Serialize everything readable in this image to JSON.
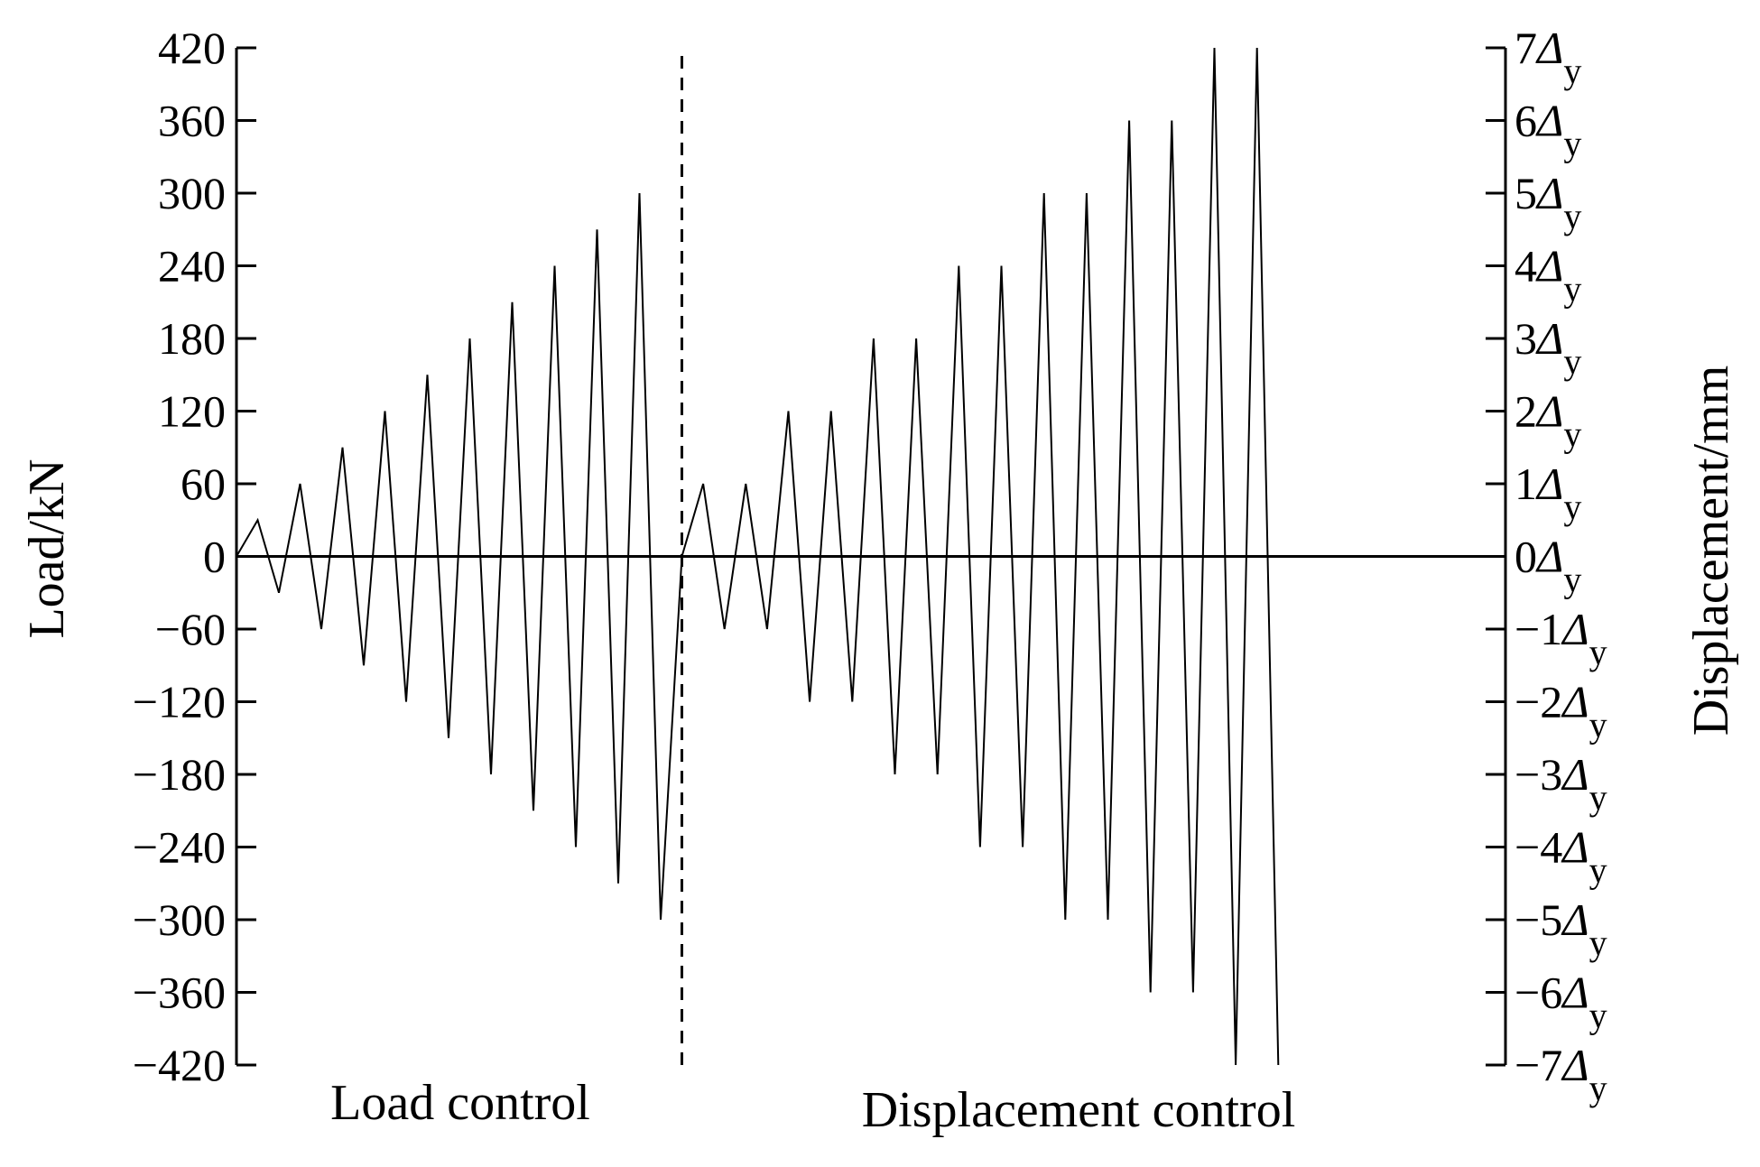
{
  "chart_data": {
    "type": "line",
    "xlabel": "",
    "ylabel": "Load/kN",
    "y2label": "Displacement/mm",
    "ylim": [
      -420,
      420
    ],
    "y_ticks": [
      420,
      360,
      300,
      240,
      180,
      120,
      60,
      0,
      -60,
      -120,
      -180,
      -240,
      -300,
      -360,
      -420
    ],
    "y_tick_labels": [
      "420",
      "360",
      "300",
      "240",
      "180",
      "120",
      "60",
      "0",
      "−60",
      "−120",
      "−180",
      "−240",
      "−300",
      "−360",
      "−420"
    ],
    "y2_ticks": [
      {
        "coef": "7",
        "symbol": "Δ",
        "sub": "y"
      },
      {
        "coef": "6",
        "symbol": "Δ",
        "sub": "y"
      },
      {
        "coef": "5",
        "symbol": "Δ",
        "sub": "y"
      },
      {
        "coef": "4",
        "symbol": "Δ",
        "sub": "y"
      },
      {
        "coef": "3",
        "symbol": "Δ",
        "sub": "y"
      },
      {
        "coef": "2",
        "symbol": "Δ",
        "sub": "y"
      },
      {
        "coef": "1",
        "symbol": "Δ",
        "sub": "y"
      },
      {
        "coef": "0",
        "symbol": "Δ",
        "sub": "y"
      },
      {
        "coef": "−1",
        "symbol": "Δ",
        "sub": "y"
      },
      {
        "coef": "−2",
        "symbol": "Δ",
        "sub": "y"
      },
      {
        "coef": "−3",
        "symbol": "Δ",
        "sub": "y"
      },
      {
        "coef": "−4",
        "symbol": "Δ",
        "sub": "y"
      },
      {
        "coef": "−5",
        "symbol": "Δ",
        "sub": "y"
      },
      {
        "coef": "−6",
        "symbol": "Δ",
        "sub": "y"
      },
      {
        "coef": "−7",
        "symbol": "Δ",
        "sub": "y"
      }
    ],
    "phases": [
      {
        "label": "Load control"
      },
      {
        "label": "Displacement control"
      }
    ],
    "grid": false,
    "series": [
      {
        "load_control_peaks": [
          0,
          30,
          -30,
          60,
          -60,
          90,
          -90,
          120,
          -120,
          150,
          -150,
          180,
          -180,
          210,
          -210,
          240,
          -240,
          270,
          -270,
          300,
          -300,
          0
        ],
        "displacement_control_peaks": [
          0,
          60,
          -60,
          60,
          -60,
          120,
          -120,
          120,
          -120,
          180,
          -180,
          180,
          -180,
          240,
          -240,
          240,
          -240,
          300,
          -300,
          300,
          -300,
          360,
          -360,
          360,
          -360,
          420,
          -420,
          420,
          -420
        ]
      }
    ]
  }
}
